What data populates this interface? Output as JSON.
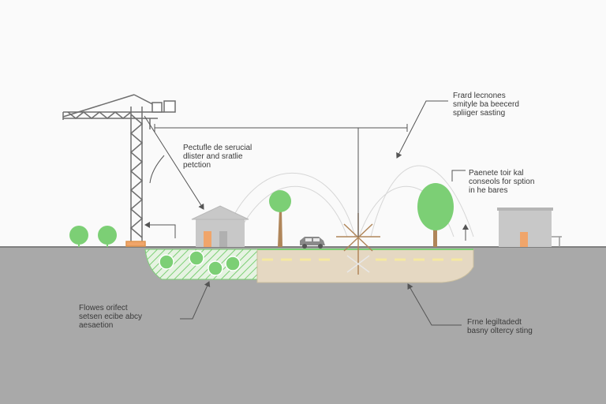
{
  "annotations": {
    "top_left": [
      "Pectufle de serucial",
      "dlister and sratlie",
      "petction"
    ],
    "top_right": [
      "Frard lecnones",
      "smityle ba beecerd",
      "spliiger sasting"
    ],
    "mid_right": [
      "Paenete toir kal",
      "conseols for sption",
      "in he bares"
    ],
    "bottom_left": [
      "Flowes orifect",
      "setsen ecibe abcy",
      "aesaetion"
    ],
    "bottom_right": [
      "Frne legiltadedt",
      "basny oltercy sting"
    ]
  },
  "colors": {
    "ground": "#a9a9a9",
    "surface_line": "#7f7f7f",
    "green": "#7ccf75",
    "tree_trunk": "#b0865a",
    "building": "#c8c8c8",
    "door": "#f0a56a",
    "crane": "#6e6e6e",
    "road": "#e5d8c2",
    "lane_mark": "#f5e9a0",
    "arrow": "#555555"
  },
  "icons": {
    "crane": "tower-crane-icon",
    "house": "house-icon",
    "car": "car-icon",
    "drill": "drill-rig-icon"
  }
}
